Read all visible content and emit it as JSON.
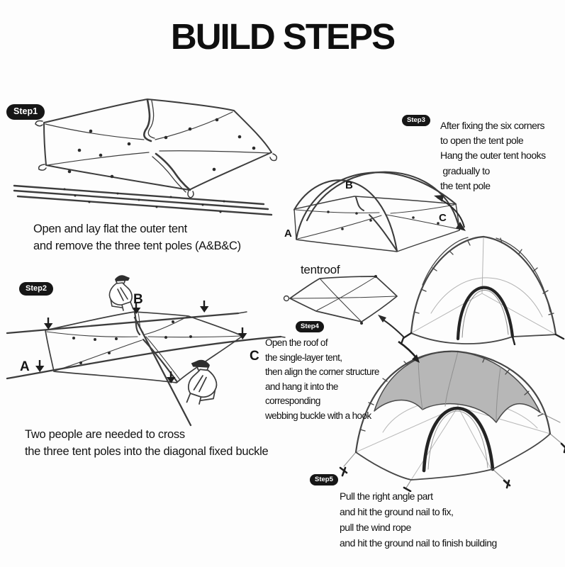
{
  "title": "BUILD STEPS",
  "colors": {
    "badge_bg": "#161616",
    "badge_text": "#ffffff",
    "ink": "#1c1c1c",
    "sketch_line": "#3d3d3d",
    "roof_shade": "#b7b7b7"
  },
  "step1": {
    "badge": "Step1",
    "caption": [
      "Open and lay flat the outer tent",
      "and remove the three tent poles (A&B&C)"
    ]
  },
  "step2": {
    "badge": "Step2",
    "labels": {
      "a": "A",
      "b": "B",
      "c": "C"
    },
    "caption": [
      "Two people are needed to cross",
      "the three tent poles into the diagonal fixed buckle"
    ]
  },
  "step3": {
    "badge": "Step3",
    "labels": {
      "a": "A",
      "b": "B",
      "c": "C"
    },
    "lines": [
      "After fixing the six corners",
      "to open the tent pole",
      "Hang the outer tent hooks",
      " gradually to",
      "the tent pole"
    ]
  },
  "step4": {
    "badge": "Step4",
    "tentroof_label": "tentroof",
    "lines": [
      "Open the roof of",
      "the single-layer tent,",
      "then align the corner structure",
      "and hang it into the",
      "corresponding",
      "webbing buckle with a hook"
    ]
  },
  "step5": {
    "badge": "Step5",
    "lines": [
      "Pull the right angle part",
      "and hit the ground nail to fix,",
      "pull the wind rope",
      "and hit the ground nail to finish building"
    ]
  }
}
